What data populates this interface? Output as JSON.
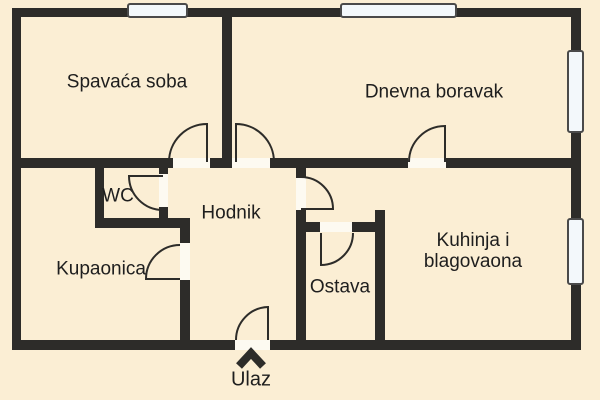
{
  "title": "Apartment floor plan",
  "colors": {
    "background": "#fbeed4",
    "wall": "#2d2c29",
    "door_gap": "#fdfaf1",
    "window_fill": "#f3f8fb",
    "window_border": "#4a4a4a",
    "text": "#1e1e1e"
  },
  "rooms": {
    "spavaca_soba": {
      "label": "Spavaća soba"
    },
    "dnevna_boravak": {
      "label": "Dnevna boravak"
    },
    "hodnik": {
      "label": "Hodnik"
    },
    "wc": {
      "label": "WC"
    },
    "kupaonica": {
      "label": "Kupaonica"
    },
    "ostava": {
      "label": "Ostava"
    },
    "kuhinja": {
      "label": "Kuhinja i blagovaona",
      "lines": [
        "Kuhinja i",
        "blagovaona"
      ]
    }
  },
  "entrance": {
    "label": "Ulaz",
    "arrow_icon": "up-chevron"
  }
}
